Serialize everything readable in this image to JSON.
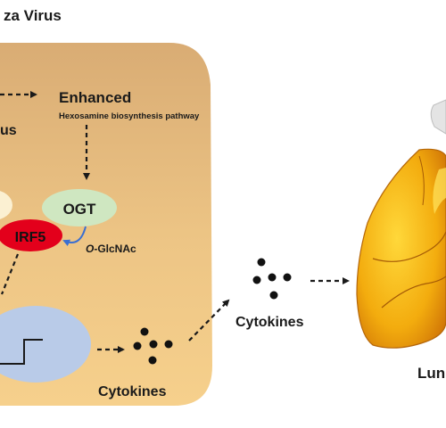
{
  "title_fragment": "za Virus",
  "enhanced_label": "Enhanced",
  "hexosamine_label": "Hexosamine biosynthesis pathway",
  "left_fragment": "us",
  "ogt_label": "OGT",
  "irf5_label": "IRF5",
  "o_prefix": "O",
  "glcnac_label": "-GlcNAc",
  "cytokines_inside_label": "Cytokines",
  "cytokines_outside_label": "Cytokines",
  "lung_fragment": "Lun",
  "colors": {
    "cell_fill": "#e9bf7e",
    "ogt_fill": "#cfe7c1",
    "irf5_fill": "#e3001b",
    "nucleus_fill": "#b9cbe8",
    "arrow_blue": "#3a6fd1"
  }
}
